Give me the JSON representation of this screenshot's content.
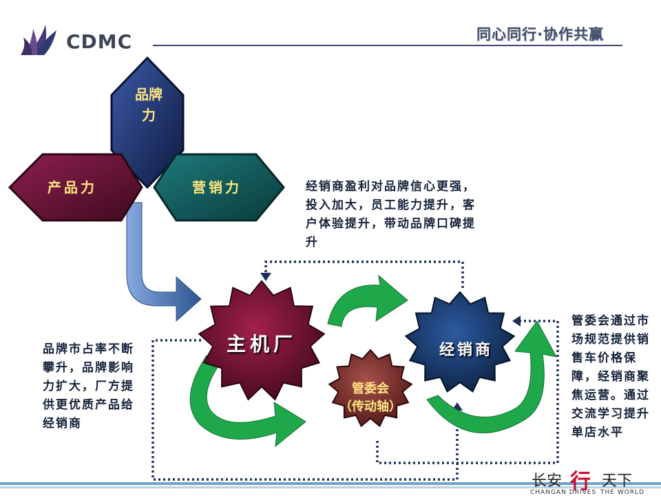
{
  "header": {
    "logo_text": "CDMC",
    "slogan": "同心同行·协作共赢"
  },
  "shapes": {
    "brand": "品牌力",
    "product": "产品力",
    "marketing": "营销力"
  },
  "nodes": {
    "oem": "主机厂",
    "dealer": "经销商",
    "committee_line1": "管委会",
    "committee_line2": "（传动轴）"
  },
  "notes": {
    "top": "经销商盈利对品牌信心更强，投入加大，员工能力提升，客户体验提升，带动品牌口碑提升",
    "left": "品牌市占率不断攀升，品牌影响力扩大，厂方提供更优质产品给经销商",
    "right": "管委会通过市场规范提供销售车价格保障，经销商聚焦运营。通过交流学习提升单店水平"
  },
  "footer_brand": {
    "zh_left": "长安",
    "zh_mark": "行",
    "zh_right": "天下",
    "en_left": "CHANGAN DRIVES",
    "en_right": "THE WORLD"
  },
  "colors": {
    "brand_fill": "#1c2a5e",
    "product_fill": "#6b1436",
    "marketing_fill": "#14585a",
    "oem_star": "#6a1030",
    "dealer_star": "#14325e",
    "committee_star": "#7a2a2a",
    "cycle_arrow": "#1fa84a",
    "flow_arrow": "#4a74b8"
  }
}
